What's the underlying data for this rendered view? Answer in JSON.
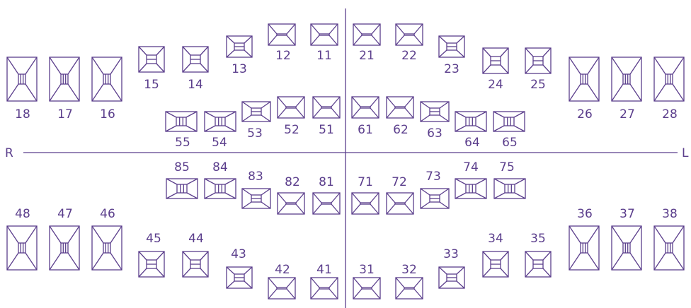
{
  "colors": {
    "stroke": "#5b3e8c",
    "text": "#5b3e8c",
    "background": "#ffffff"
  },
  "sides": {
    "right": "R",
    "left": "L"
  },
  "teeth": {
    "upper_permanent": [
      "18",
      "17",
      "16",
      "15",
      "14",
      "13",
      "12",
      "11",
      "21",
      "22",
      "23",
      "24",
      "25",
      "26",
      "27",
      "28"
    ],
    "upper_primary": [
      "55",
      "54",
      "53",
      "52",
      "51",
      "61",
      "62",
      "63",
      "64",
      "65"
    ],
    "lower_primary": [
      "85",
      "84",
      "83",
      "82",
      "81",
      "71",
      "72",
      "73",
      "74",
      "75"
    ],
    "lower_permanent": [
      "48",
      "47",
      "46",
      "45",
      "44",
      "43",
      "42",
      "41",
      "31",
      "32",
      "33",
      "34",
      "35",
      "36",
      "37",
      "38"
    ]
  }
}
